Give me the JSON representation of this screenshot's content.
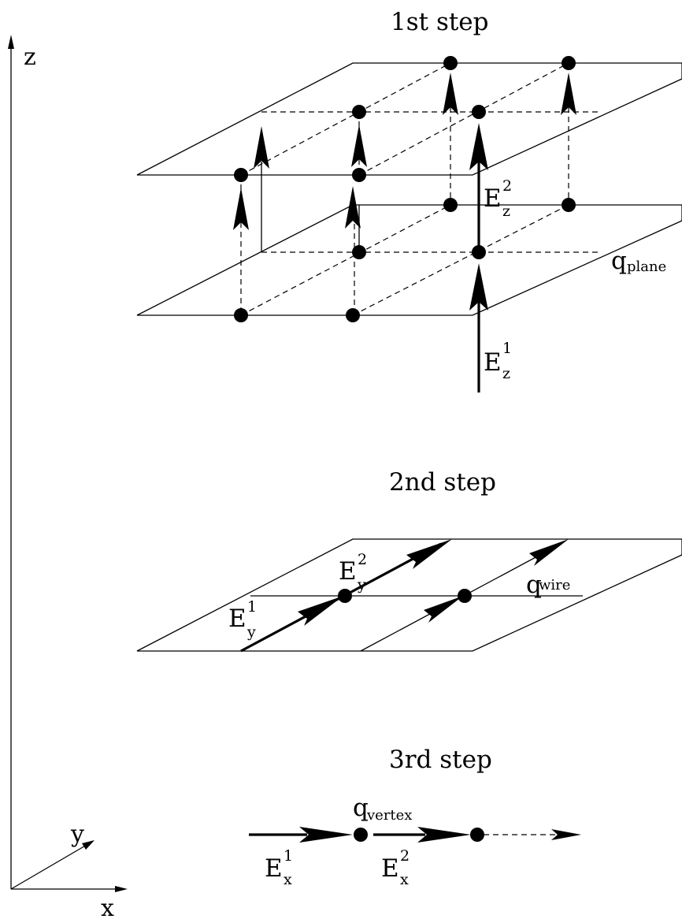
{
  "steps": {
    "step1_title": "1st step",
    "step2_title": "2nd step",
    "step3_title": "3rd step"
  },
  "axes": {
    "z": "z",
    "y": "y",
    "x": "x"
  },
  "step1": {
    "e_z2_base": "E",
    "e_z2_sub": "z",
    "e_z2_sup": "2",
    "e_z1_base": "E",
    "e_z1_sub": "z",
    "e_z1_sup": "1",
    "q_base": "q",
    "q_sub": "plane"
  },
  "step2": {
    "e_y2_base": "E",
    "e_y2_sub": "y",
    "e_y2_sup": "2",
    "e_y1_base": "E",
    "e_y1_sub": "y",
    "e_y1_sup": "1",
    "q_base": "q",
    "q_sub": "wire"
  },
  "step3": {
    "q_base": "q",
    "q_sub": "vertex",
    "e_x1_base": "E",
    "e_x1_sub": "x",
    "e_x1_sup": "1",
    "e_x2_base": "E",
    "e_x2_sub": "x",
    "e_x2_sup": "2"
  }
}
